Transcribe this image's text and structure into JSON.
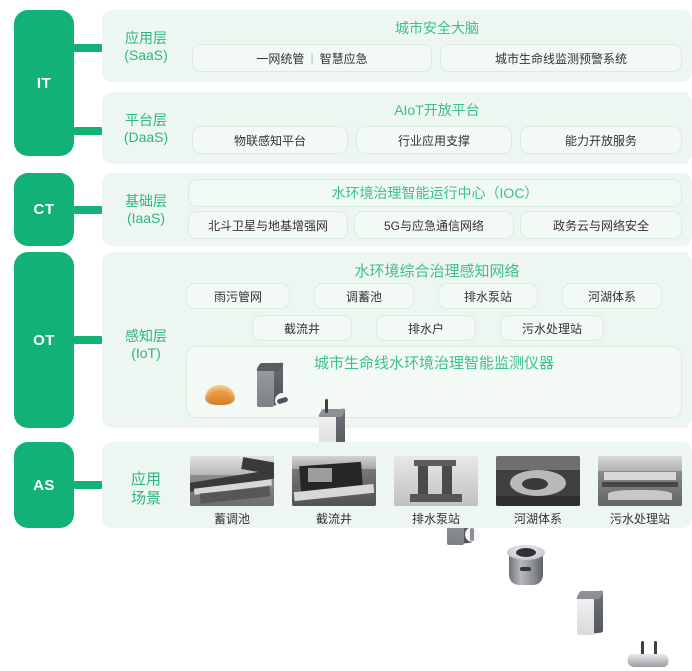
{
  "pillars": [
    {
      "id": "it",
      "label": "IT"
    },
    {
      "id": "ct",
      "label": "CT"
    },
    {
      "id": "ot",
      "label": "OT"
    },
    {
      "id": "as",
      "label": "AS"
    }
  ],
  "layers": {
    "saas": {
      "name_cn": "应用层",
      "name_en": "(SaaS)",
      "title": "城市安全大脑",
      "pills": [
        {
          "text": "一网统管",
          "sep": "|",
          "text2": "智慧应急"
        },
        {
          "text": "城市生命线监测预警系统"
        }
      ]
    },
    "daas": {
      "name_cn": "平台层",
      "name_en": "(DaaS)",
      "title": "AIoT开放平台",
      "pills": [
        {
          "text": "物联感知平台"
        },
        {
          "text": "行业应用支撑"
        },
        {
          "text": "能力开放服务"
        }
      ]
    },
    "iaas": {
      "name_cn": "基础层",
      "name_en": "(IaaS)",
      "title_pill": "水环境治理智能运行中心（IOC）",
      "pills": [
        {
          "text": "北斗卫星与地基增强网"
        },
        {
          "text": "5G与应急通信网络"
        },
        {
          "text": "政务云与网络安全"
        }
      ]
    },
    "iot": {
      "name_cn": "感知层",
      "name_en": "(IoT)",
      "title": "水环境综合治理感知网络",
      "pills_row1": [
        {
          "text": "雨污管网"
        },
        {
          "text": "调蓄池"
        },
        {
          "text": "排水泵站"
        },
        {
          "text": "河湖体系"
        }
      ],
      "pills_row2": [
        {
          "text": "截流井"
        },
        {
          "text": "排水户"
        },
        {
          "text": "污水处理站"
        }
      ],
      "instrument_title": "城市生命线水环境治理智能监测仪器",
      "devices": [
        {
          "name": "dome-sensor-device"
        },
        {
          "name": "gray-box-sensor-device"
        },
        {
          "name": "white-box-sensor-device"
        },
        {
          "name": "gray-box-sensor-device-2"
        },
        {
          "name": "gray-box-sensor-device-3"
        },
        {
          "name": "manhole-cylinder-sensor-device"
        },
        {
          "name": "white-cabinet-device"
        },
        {
          "name": "gateway-router-device"
        }
      ]
    },
    "scene": {
      "name_cn": "应用",
      "name_en": "场景",
      "items": [
        {
          "label": "蓄调池",
          "photo": "storage-tank-photo"
        },
        {
          "label": "截流井",
          "photo": "intercepting-well-photo"
        },
        {
          "label": "排水泵站",
          "photo": "pump-station-photo"
        },
        {
          "label": "河湖体系",
          "photo": "river-lake-photo"
        },
        {
          "label": "污水处理站",
          "photo": "sewage-plant-photo"
        }
      ]
    }
  },
  "colors": {
    "brand_green": "#12b277",
    "panel_bg": "#edf6f0",
    "pill_bg": "#f3faf6",
    "pill_border": "#d8ecdf",
    "title_green": "#3dc08a",
    "layer_label_green": "#2bb77f"
  }
}
